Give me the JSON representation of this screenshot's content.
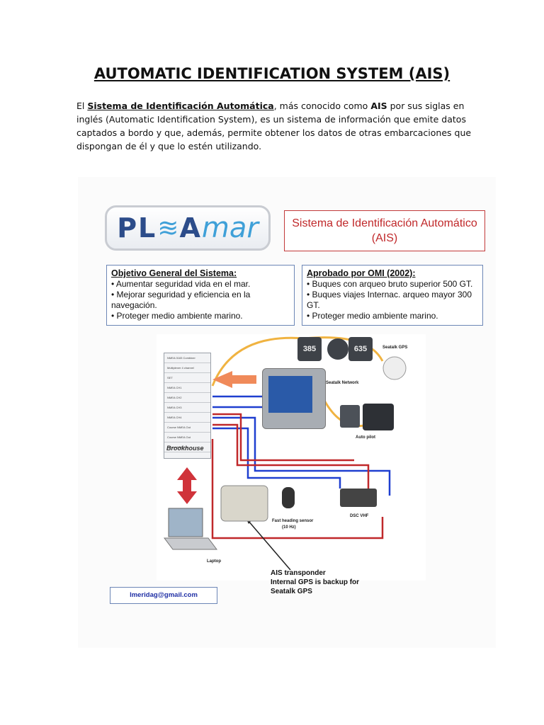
{
  "document": {
    "title": "AUTOMATIC IDENTIFICATION SYSTEM (AIS)",
    "intro": {
      "prefix": "El ",
      "term": "Sistema de Identificación Automática",
      "mid": ", más conocido como ",
      "acronym": "AIS",
      "rest": " por sus siglas en inglés (Automatic Identification System), es un sistema de información que emite datos captados a bordo y que, además, permite obtener los datos de otras embarcaciones que dispongan de él y que lo estén utilizando."
    }
  },
  "figure": {
    "logo": {
      "part1": "PL",
      "wave": "≋",
      "part2": "A",
      "part3": "mar"
    },
    "system_title": {
      "line1": "Sistema de Identificación Automático",
      "line2": "(AIS)"
    },
    "objective_box": {
      "heading": "Objetivo General del Sistema:",
      "items": [
        "• Aumentar seguridad vida en el mar.",
        "• Mejorar seguridad y eficiencia en la navegación.",
        "• Proteger medio ambiente marino."
      ]
    },
    "approved_box": {
      "heading": "Aprobado por OMI (2002):",
      "items": [
        "• Buques con arqueo bruto superior 500 GT.",
        "• Buques viajes Internac. arqueo  mayor 300 GT.",
        "• Proteger medio ambiente marino."
      ]
    },
    "diagram": {
      "mux_rows": [
        "NMEA 0183 Combiner",
        "Multiplexer 4 channel",
        "SET",
        "NMEA CH1",
        "NMEA CH2",
        "NMEA CH3",
        "NMEA CH4",
        "Course NMEA Out",
        "Course NMEA Out",
        "Course NMEA In",
        "Course NMEA In"
      ],
      "brand": "Brookhouse",
      "instrument_1": "385",
      "instrument_2": "635",
      "labels": {
        "seatalk_gps": "Seatalk GPS",
        "seatalk_network": "Seatalk Network",
        "auto_pilot": "Auto pilot",
        "dsc_vhf": "DSC VHF",
        "heading_sensor": "Fast heading sensor",
        "heading_hz": "(10 Hz)",
        "laptop": "Laptop"
      }
    },
    "ais_note": [
      "AIS transponder",
      "Internal GPS is backup for",
      "Seatalk GPS"
    ],
    "email": "lmeridag@gmail.com"
  }
}
